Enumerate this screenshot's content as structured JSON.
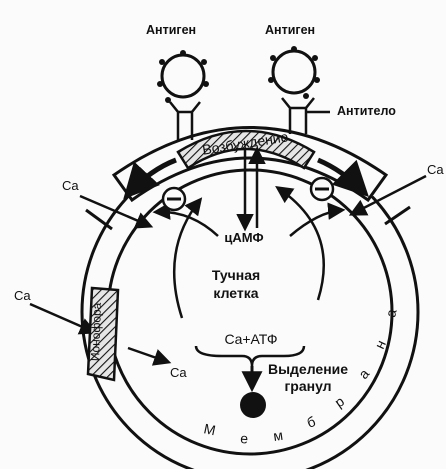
{
  "labels": {
    "antigen_left": "Антиген",
    "antigen_right": "Антиген",
    "antibody": "Антитело",
    "excitation": "Возбуждение",
    "camp": "цАМФ",
    "cell_line1": "Тучная",
    "cell_line2": "клетка",
    "ca_atp": "Ca+АТФ",
    "granule_line1": "Выделение",
    "granule_line2": "гранул",
    "ionophore": "Ионофора",
    "membrane": "Мембрана",
    "ca": "Ca",
    "ca_upper_left": "Ca",
    "ca_upper_right": "Ca",
    "ca_left": "Ca",
    "ca_out": "Ca",
    "inhibit_symbol": "⊖"
  },
  "colors": {
    "ink": "#111111",
    "hatch_bg": "#d9d9d9",
    "paper": "#fbfbfb"
  }
}
